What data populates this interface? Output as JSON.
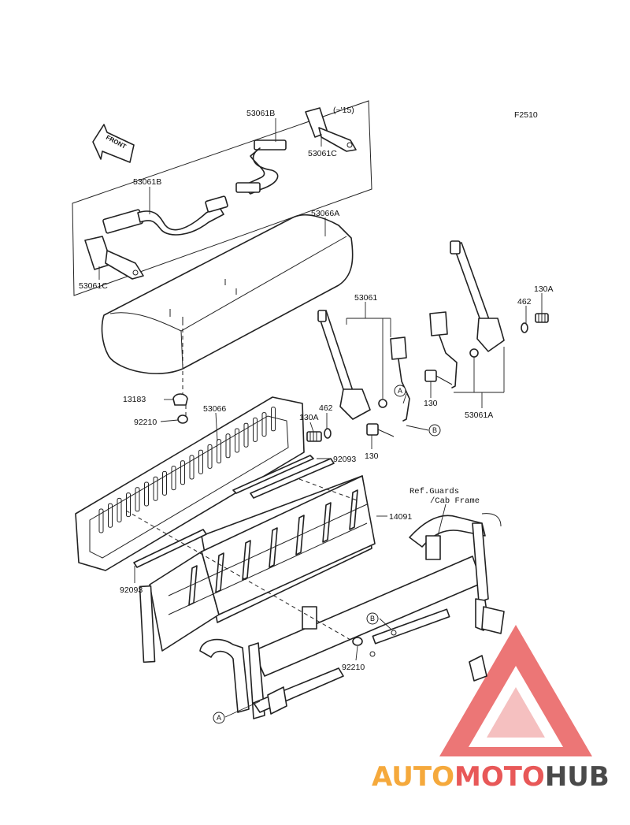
{
  "diagram": {
    "figure_code": "F2510",
    "front_label": "FRONT",
    "version_note": "(~'15)",
    "ref_note": [
      "Ref.Guards",
      "/Cab Frame"
    ],
    "connectors": [
      "A",
      "B"
    ],
    "labels": {
      "p53061B_top": "53061B",
      "p53061B_left": "53061B",
      "p53061C_top": "53061C",
      "p53061C_left": "53061C",
      "p53066A": "53066A",
      "p53061": "53061",
      "p53061A": "53061A",
      "p130A_right": "130A",
      "p462_right": "462",
      "p130_right": "130",
      "p130A_left": "130A",
      "p462_left": "462",
      "p130_left": "130",
      "p13183": "13183",
      "p92210_top": "92210",
      "p53066": "53066",
      "p92093_top": "92093",
      "p14091": "14091",
      "p92093_bottom": "92093",
      "p92210_bottom": "92210"
    }
  },
  "watermark": {
    "part1": "AUTOMOTO",
    "part2": "HUB",
    "colors": {
      "triangle": "#e85858",
      "auto": "#f5a93c",
      "moto": "#e85858",
      "hub": "#4a4a4a"
    }
  }
}
